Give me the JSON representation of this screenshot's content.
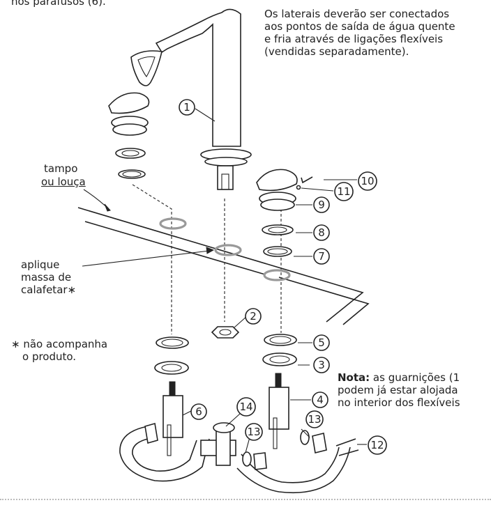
{
  "texts": {
    "top_fragment": "nos parafusos (6).",
    "connection_note_1": "Os laterais deverão ser conectados",
    "connection_note_2": "aos pontos de saída de água quente",
    "connection_note_3": "e fria através de ligações flexíveis",
    "connection_note_4": "(vendidas separadamente).",
    "surface_label_1": "tampo",
    "surface_label_2": "ou louça",
    "sealant_label_1": "aplique",
    "sealant_label_2": "massa de",
    "sealant_label_3": "calafetar∗",
    "footnote_1": "∗ não acompanha",
    "footnote_2": "o produto.",
    "note_bold": "Nota:",
    "note_1": " as guarnições (1",
    "note_2": "podem já estar alojada",
    "note_3": "no interior dos flexíveis"
  },
  "callouts": [
    "1",
    "2",
    "3",
    "4",
    "5",
    "6",
    "7",
    "8",
    "9",
    "10",
    "11",
    "12",
    "13",
    "13",
    "14"
  ]
}
